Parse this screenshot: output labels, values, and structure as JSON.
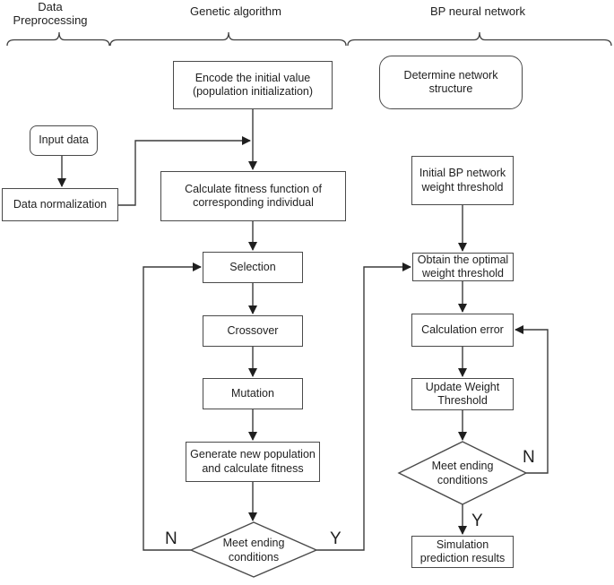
{
  "sections": [
    {
      "label": "Data\nPreprocessing"
    },
    {
      "label": "Genetic algorithm"
    },
    {
      "label": "BP neural network"
    }
  ],
  "nodes": {
    "input_data": {
      "label": "Input data"
    },
    "data_normalization": {
      "label": "Data normalization"
    },
    "encode": {
      "label": "Encode the initial value\n(population initialization)"
    },
    "determine_structure": {
      "label": "Determine network\nstructure"
    },
    "calc_fitness": {
      "label": "Calculate fitness function of\ncorresponding individual"
    },
    "selection": {
      "label": "Selection"
    },
    "crossover": {
      "label": "Crossover"
    },
    "mutation": {
      "label": "Mutation"
    },
    "generate_population": {
      "label": "Generate new population\nand calculate fitness"
    },
    "ga_meet_ending": {
      "label": "Meet ending\nconditions"
    },
    "initial_bp_weight": {
      "label": "Initial BP network\nweight threshold"
    },
    "obtain_optimal": {
      "label": "Obtain the optimal\nweight threshold"
    },
    "calculation_error": {
      "label": "Calculation error"
    },
    "update_weight": {
      "label": "Update Weight\nThreshold"
    },
    "bp_meet_ending": {
      "label": "Meet ending\nconditions"
    },
    "simulation_results": {
      "label": "Simulation\nprediction results"
    }
  },
  "edge_labels": {
    "ga_no": "N",
    "ga_yes": "Y",
    "bp_no": "N",
    "bp_yes": "Y"
  },
  "colors": {
    "background": "#ffffff",
    "line": "#3c3c3c",
    "box_border": "#4a4a4a",
    "text": "#1f1f1f",
    "arrowhead": "#1f1f1f"
  }
}
